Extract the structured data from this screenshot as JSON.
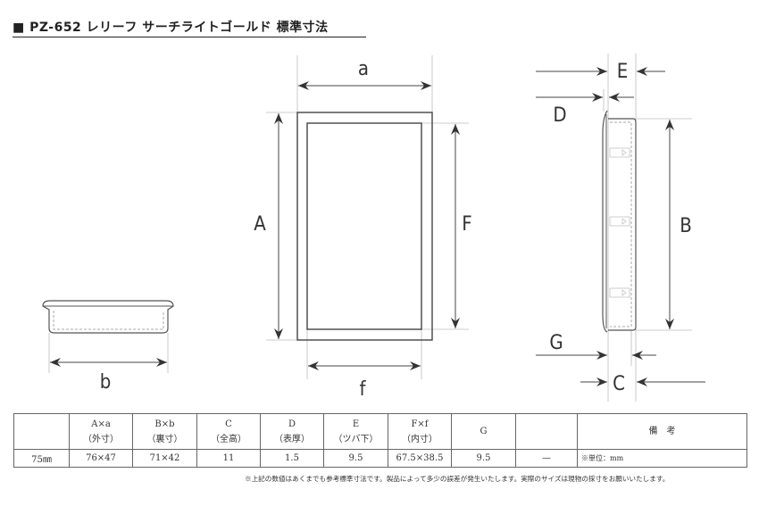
{
  "title": "■ PZ-652 レリーフ サーチライトゴールド 標準寸法",
  "labels": {
    "a": "a",
    "A": "A",
    "F": "F",
    "f": "f",
    "b": "b",
    "B": "B",
    "C": "C",
    "D": "D",
    "E": "E",
    "G": "G"
  },
  "table": {
    "headers": [
      {
        "top": "",
        "bottom": ""
      },
      {
        "top": "A×a",
        "bottom": "（外寸）"
      },
      {
        "top": "B×b",
        "bottom": "（裏寸）"
      },
      {
        "top": "C",
        "bottom": "（全高）"
      },
      {
        "top": "D",
        "bottom": "（表厚）"
      },
      {
        "top": "E",
        "bottom": "（ツバ下）"
      },
      {
        "top": "F×f",
        "bottom": "（内寸）"
      },
      {
        "top": "G",
        "bottom": ""
      },
      {
        "top": "",
        "bottom": ""
      },
      {
        "top": "備　考",
        "bottom": ""
      }
    ],
    "row": [
      "75㎜",
      "76×47",
      "71×42",
      "11",
      "1.5",
      "9.5",
      "67.5×38.5",
      "9.5",
      "—",
      "※単位：mm"
    ]
  },
  "footnote": "※上記の数値はあくまでも参考標準寸法です。製品によって多少の誤差が発生いたします。実際のサイズは現物の採寸をお願いいたします。"
}
